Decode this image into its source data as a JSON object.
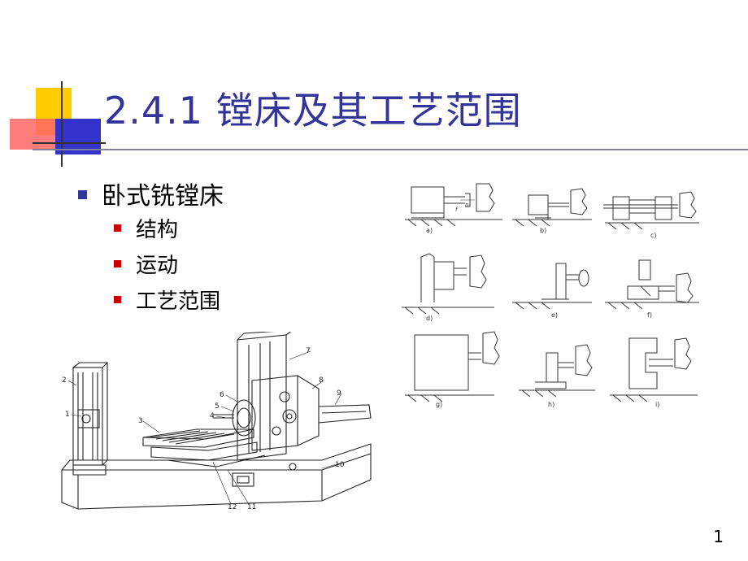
{
  "slide": {
    "title": "2.4.1 镗床及其工艺范围",
    "bullet_main": "卧式铣镗床",
    "sub_bullets": [
      "结构",
      "运动",
      "工艺范围"
    ],
    "page_number": "1"
  },
  "machine_figure": {
    "callouts": [
      "1",
      "2",
      "3",
      "4",
      "5",
      "6",
      "7",
      "8",
      "9",
      "10",
      "11",
      "12"
    ]
  },
  "process_figure": {
    "panel_labels": [
      "a)",
      "b)",
      "c)",
      "d)",
      "e)",
      "f)",
      "g)",
      "h)",
      "i)"
    ],
    "symbols": {
      "feed": "f",
      "rotation": "n"
    }
  },
  "colors": {
    "title": "#333399",
    "bullet_main": "#333399",
    "bullet_sub": "#cc0000",
    "deco_yellow": "#ffcc00",
    "deco_red": "#ff3333",
    "deco_blue": "#3333cc"
  }
}
